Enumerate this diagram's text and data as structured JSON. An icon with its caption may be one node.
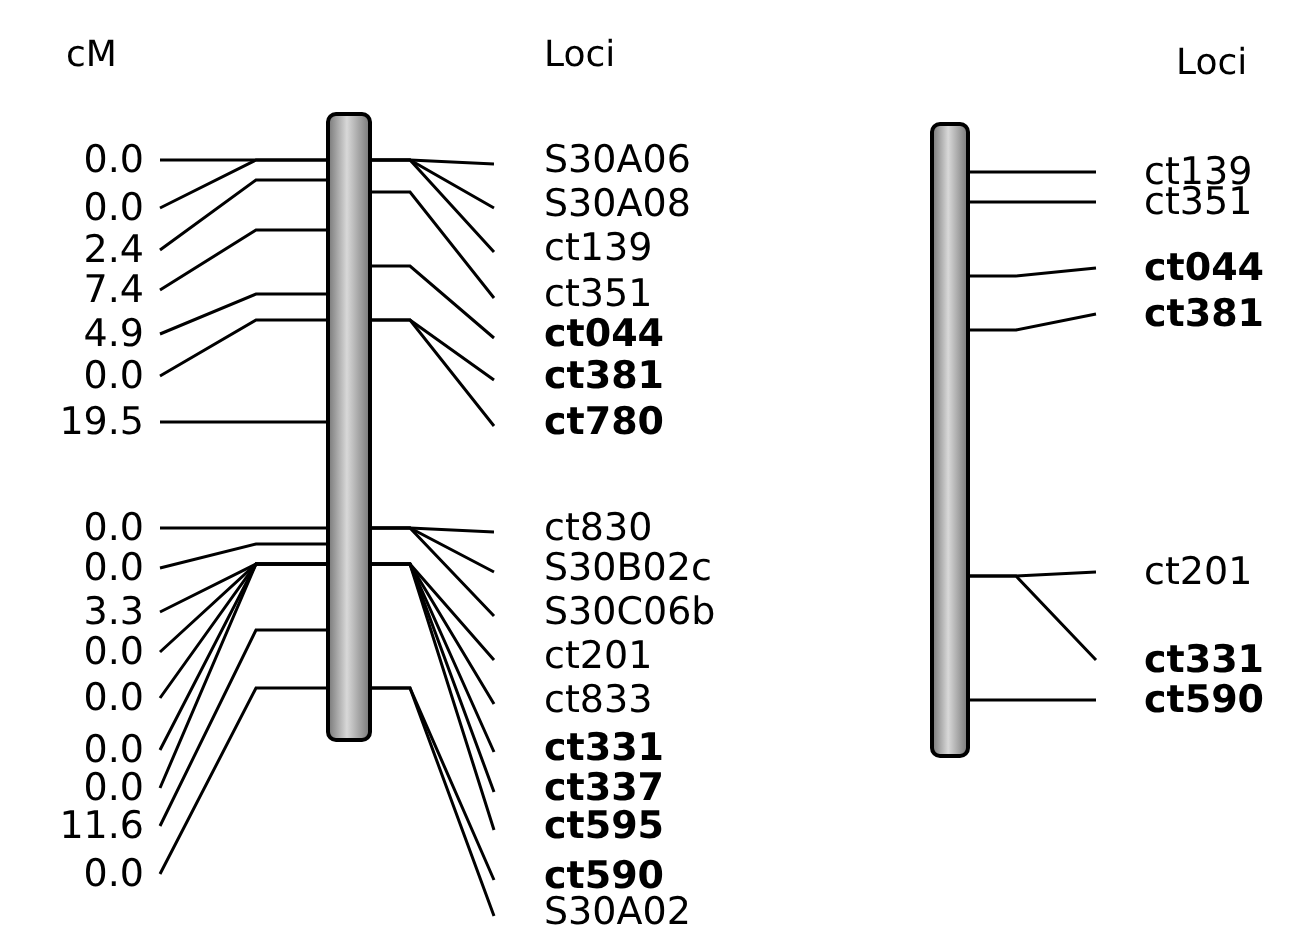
{
  "diagram": {
    "nodes": [
      {
        "text": [],
        "shape": "bar"
      },
      {
        "text": [],
        "shape": "bar"
      },
      {
        "text": [
          "0.0"
        ]
      },
      {
        "text": [
          "0.0"
        ]
      },
      {
        "text": [
          "2.4"
        ]
      },
      {
        "text": [
          "7.4"
        ]
      },
      {
        "text": [
          "4.9"
        ]
      },
      {
        "text": [
          "0.0"
        ]
      },
      {
        "text": [
          "19.5"
        ]
      },
      {
        "text": [
          "0.0"
        ]
      },
      {
        "text": [
          "0.0"
        ]
      },
      {
        "text": [
          "3.3"
        ]
      },
      {
        "text": [
          "0.0"
        ]
      },
      {
        "text": [
          "0.0"
        ]
      },
      {
        "text": [
          "0.0"
        ]
      },
      {
        "text": [
          "0.0"
        ]
      },
      {
        "text": [
          "11.6"
        ]
      },
      {
        "text": [
          "0.0"
        ]
      },
      {
        "text": [
          "S30A06"
        ]
      },
      {
        "text": [
          "S30A08"
        ]
      },
      {
        "text": [
          "ct139"
        ]
      },
      {
        "text": [
          "ct351"
        ]
      },
      {
        "text": [
          "ct044"
        ]
      },
      {
        "text": [
          "ct381"
        ]
      },
      {
        "text": [
          "ct780"
        ]
      },
      {
        "text": [
          "ct830"
        ]
      },
      {
        "text": [
          "S30B02c"
        ]
      },
      {
        "text": [
          "S30C06b"
        ]
      },
      {
        "text": [
          "ct201"
        ]
      },
      {
        "text": [
          "ct833"
        ]
      },
      {
        "text": [
          "ct331"
        ]
      },
      {
        "text": [
          "ct337"
        ]
      },
      {
        "text": [
          "ct595"
        ]
      },
      {
        "text": [
          "ct590"
        ]
      },
      {
        "text": [
          "S30A02"
        ]
      },
      {
        "text": [
          "ct139"
        ]
      },
      {
        "text": [
          "ct351"
        ]
      },
      {
        "text": [
          "ct044"
        ]
      },
      {
        "text": [
          "ct381"
        ]
      },
      {
        "text": [
          "ct201"
        ]
      },
      {
        "text": [
          "ct331"
        ]
      },
      {
        "text": [
          "ct590"
        ]
      }
    ],
    "edges": [
      {
        "from": 2,
        "to": 0,
        "arrow": "none"
      },
      {
        "from": 3,
        "to": 0,
        "arrow": "none"
      },
      {
        "from": 4,
        "to": 0,
        "arrow": "none"
      },
      {
        "from": 5,
        "to": 0,
        "arrow": "none"
      },
      {
        "from": 6,
        "to": 0,
        "arrow": "none"
      },
      {
        "from": 7,
        "to": 0,
        "arrow": "none"
      },
      {
        "from": 8,
        "to": 0,
        "arrow": "none"
      },
      {
        "from": 9,
        "to": 0,
        "arrow": "none"
      },
      {
        "from": 10,
        "to": 0,
        "arrow": "none"
      },
      {
        "from": 11,
        "to": 0,
        "arrow": "none"
      },
      {
        "from": 12,
        "to": 0,
        "arrow": "none"
      },
      {
        "from": 13,
        "to": 0,
        "arrow": "none"
      },
      {
        "from": 14,
        "to": 0,
        "arrow": "none"
      },
      {
        "from": 15,
        "to": 0,
        "arrow": "none"
      },
      {
        "from": 16,
        "to": 0,
        "arrow": "none"
      },
      {
        "from": 17,
        "to": 0,
        "arrow": "none"
      },
      {
        "from": 18,
        "to": 0,
        "arrow": "none"
      },
      {
        "from": 19,
        "to": 0,
        "arrow": "none"
      },
      {
        "from": 20,
        "to": 0,
        "arrow": "none"
      },
      {
        "from": 21,
        "to": 0,
        "arrow": "none"
      },
      {
        "from": 22,
        "to": 0,
        "arrow": "none"
      },
      {
        "from": 23,
        "to": 0,
        "arrow": "none"
      },
      {
        "from": 24,
        "to": 0,
        "arrow": "none"
      },
      {
        "from": 25,
        "to": 0,
        "arrow": "none"
      },
      {
        "from": 26,
        "to": 0,
        "arrow": "none"
      },
      {
        "from": 27,
        "to": 0,
        "arrow": "none"
      },
      {
        "from": 28,
        "to": 0,
        "arrow": "none"
      },
      {
        "from": 29,
        "to": 0,
        "arrow": "none"
      },
      {
        "from": 30,
        "to": 0,
        "arrow": "none"
      },
      {
        "from": 31,
        "to": 0,
        "arrow": "none"
      },
      {
        "from": 32,
        "to": 0,
        "arrow": "none"
      },
      {
        "from": 33,
        "to": 0,
        "arrow": "none"
      },
      {
        "from": 34,
        "to": 0,
        "arrow": "none"
      },
      {
        "from": 35,
        "to": 1,
        "arrow": "none"
      },
      {
        "from": 36,
        "to": 1,
        "arrow": "none"
      },
      {
        "from": 37,
        "to": 1,
        "arrow": "none"
      },
      {
        "from": 38,
        "to": 1,
        "arrow": "none"
      },
      {
        "from": 39,
        "to": 1,
        "arrow": "none"
      },
      {
        "from": 40,
        "to": 1,
        "arrow": "none"
      },
      {
        "from": 41,
        "to": 1,
        "arrow": "none"
      }
    ],
    "labels": [
      "cM",
      "Loci",
      "Loci"
    ]
  }
}
